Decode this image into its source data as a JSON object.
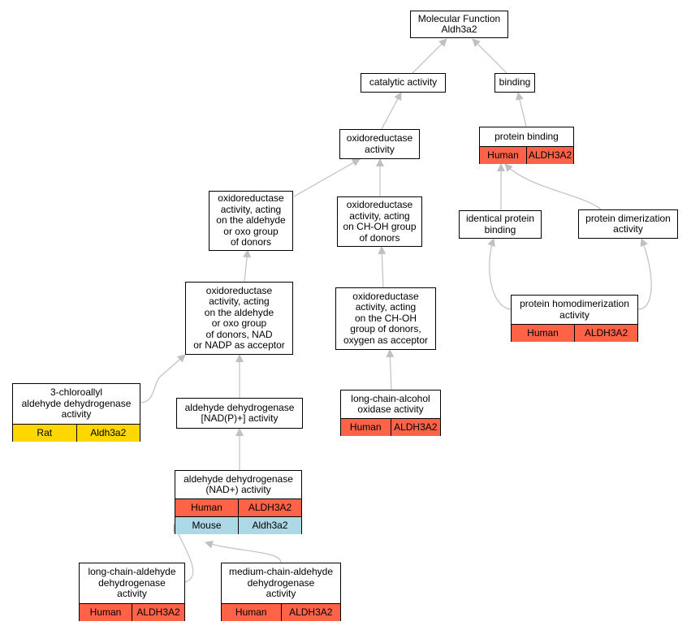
{
  "nodes": {
    "root": {
      "lines": [
        "Molecular Function",
        "Aldh3a2"
      ],
      "rows": []
    },
    "catalytic": {
      "lines": [
        "catalytic activity"
      ],
      "rows": []
    },
    "binding": {
      "lines": [
        "binding"
      ],
      "rows": []
    },
    "oxidoreductase": {
      "lines": [
        "oxidoreductase",
        "activity"
      ],
      "rows": []
    },
    "protein_binding": {
      "lines": [
        "protein binding"
      ],
      "rows": [
        {
          "species": "Human",
          "gene": "ALDH3A2"
        }
      ]
    },
    "ox_aldehyde": {
      "lines": [
        "oxidoreductase",
        "activity, acting",
        "on the aldehyde",
        "or oxo group",
        "of donors"
      ],
      "rows": []
    },
    "ox_choh": {
      "lines": [
        "oxidoreductase",
        "activity, acting",
        "on CH-OH group",
        "of donors"
      ],
      "rows": []
    },
    "identical_pb": {
      "lines": [
        "identical protein",
        "binding"
      ],
      "rows": []
    },
    "protein_dimer": {
      "lines": [
        "protein dimerization",
        "activity"
      ],
      "rows": []
    },
    "ox_aldehyde_nad": {
      "lines": [
        "oxidoreductase",
        "activity, acting",
        "on the aldehyde",
        "or oxo group",
        "of donors, NAD",
        "or NADP as acceptor"
      ],
      "rows": []
    },
    "ox_choh_oxygen": {
      "lines": [
        "oxidoreductase",
        "activity, acting",
        "on the CH-OH",
        "group of donors,",
        "oxygen as acceptor"
      ],
      "rows": []
    },
    "homodimer": {
      "lines": [
        "protein homodimerization",
        "activity"
      ],
      "rows": [
        {
          "species": "Human",
          "gene": "ALDH3A2"
        }
      ]
    },
    "chloroallyl": {
      "lines": [
        "3-chloroallyl",
        "aldehyde dehydrogenase",
        "activity"
      ],
      "rows": [
        {
          "species": "Rat",
          "gene": "Aldh3a2"
        }
      ]
    },
    "ald_nadp": {
      "lines": [
        "aldehyde dehydrogenase",
        "[NAD(P)+] activity"
      ],
      "rows": []
    },
    "lc_alcohol": {
      "lines": [
        "long-chain-alcohol",
        "oxidase activity"
      ],
      "rows": [
        {
          "species": "Human",
          "gene": "ALDH3A2"
        }
      ]
    },
    "ald_nad": {
      "lines": [
        "aldehyde dehydrogenase",
        "(NAD+) activity"
      ],
      "rows": [
        {
          "species": "Human",
          "gene": "ALDH3A2"
        },
        {
          "species": "Mouse",
          "gene": "Aldh3a2"
        }
      ]
    },
    "lc_aldehyde": {
      "lines": [
        "long-chain-aldehyde",
        "dehydrogenase",
        "activity"
      ],
      "rows": [
        {
          "species": "Human",
          "gene": "ALDH3A2"
        }
      ]
    },
    "mc_aldehyde": {
      "lines": [
        "medium-chain-aldehyde",
        "dehydrogenase",
        "activity"
      ],
      "rows": [
        {
          "species": "Human",
          "gene": "ALDH3A2"
        }
      ]
    }
  },
  "colors": {
    "edge": "#c0c0c0",
    "human": "#ff6347",
    "rat": "#ffd700",
    "mouse": "#add8e6"
  }
}
